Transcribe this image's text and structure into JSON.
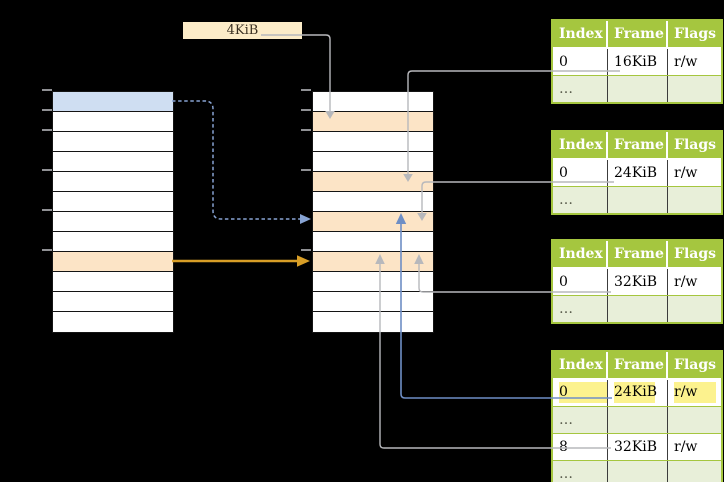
{
  "palette": {
    "background": "#000000",
    "table_line": "#141414",
    "row_white": "#ffffff",
    "row_blue": "#cfdef2",
    "row_orange": "#fce4c6",
    "label_box_bg": "#fcecc8",
    "label_text": "#3a3022",
    "green": "#a5c63f",
    "green_light": "#e8efd9",
    "divider": "#3c3c3c",
    "header_text": "#ffffff",
    "cell_text": "#000000",
    "dots_text": "#585b4b",
    "yellow_highlight": "#fcf28e",
    "gray_line": "#b7b8bc",
    "blue_line": "#6e8ec5",
    "blue_dashed": "#87a3d3",
    "orange_arrow": "#d89e27",
    "tick": "#8f9094"
  },
  "label_box": {
    "text": "4KiB"
  },
  "left_table": {
    "row_count": 12,
    "blue_row_index": 0,
    "orange_row_index": 8,
    "tick_count": 6
  },
  "middle_table": {
    "row_count": 12,
    "orange_row_indices": [
      1,
      4,
      6,
      8
    ],
    "tick_count": 5
  },
  "page_tables": [
    {
      "headers": [
        "Index",
        "Frame",
        "Flags"
      ],
      "rows": [
        {
          "index": "0",
          "frame": "16KiB",
          "flags": "r/w"
        },
        {
          "index": "…",
          "frame": "",
          "flags": ""
        }
      ]
    },
    {
      "headers": [
        "Index",
        "Frame",
        "Flags"
      ],
      "rows": [
        {
          "index": "0",
          "frame": "24KiB",
          "flags": "r/w"
        },
        {
          "index": "…",
          "frame": "",
          "flags": ""
        }
      ]
    },
    {
      "headers": [
        "Index",
        "Frame",
        "Flags"
      ],
      "rows": [
        {
          "index": "0",
          "frame": "32KiB",
          "flags": "r/w"
        },
        {
          "index": "…",
          "frame": "",
          "flags": ""
        }
      ]
    },
    {
      "headers": [
        "Index",
        "Frame",
        "Flags"
      ],
      "rows": [
        {
          "index": "0",
          "frame": "24KiB",
          "flags": "r/w",
          "highlighted": true
        },
        {
          "index": "…",
          "frame": "",
          "flags": ""
        },
        {
          "index": "8",
          "frame": "32KiB",
          "flags": "r/w"
        },
        {
          "index": "…",
          "frame": "",
          "flags": ""
        }
      ]
    }
  ],
  "connectors": [
    {
      "id": "label-4kib-to-frame1",
      "style": "solid",
      "color": "gray",
      "from": "4KiB label",
      "to": "middle column frame 1"
    },
    {
      "id": "table1-16kib-to-frame4",
      "style": "solid",
      "color": "gray",
      "from": "table1 frame 16KiB",
      "to": "middle column frame 4"
    },
    {
      "id": "table2-24kib-to-frame6",
      "style": "solid",
      "color": "gray",
      "from": "table2 frame 24KiB",
      "to": "middle column frame 6"
    },
    {
      "id": "table3-32kib-to-frame8",
      "style": "solid",
      "color": "gray",
      "from": "table3 frame 32KiB",
      "to": "middle column frame 8"
    },
    {
      "id": "table4-32kib-to-frame8",
      "style": "solid",
      "color": "gray",
      "from": "table4 row 8 frame 32KiB",
      "to": "middle column frame 8"
    },
    {
      "id": "table4-24kib-to-frame6",
      "style": "solid",
      "color": "blue",
      "from": "table4 highlighted row 24KiB",
      "to": "middle column frame 6"
    },
    {
      "id": "left-row0-to-frame6",
      "style": "dashed",
      "color": "blue",
      "from": "left column row 0",
      "to": "middle column frame 6"
    },
    {
      "id": "left-row8-to-frame8",
      "style": "solid",
      "color": "orange",
      "from": "left column row 8",
      "to": "middle column frame 8"
    }
  ]
}
